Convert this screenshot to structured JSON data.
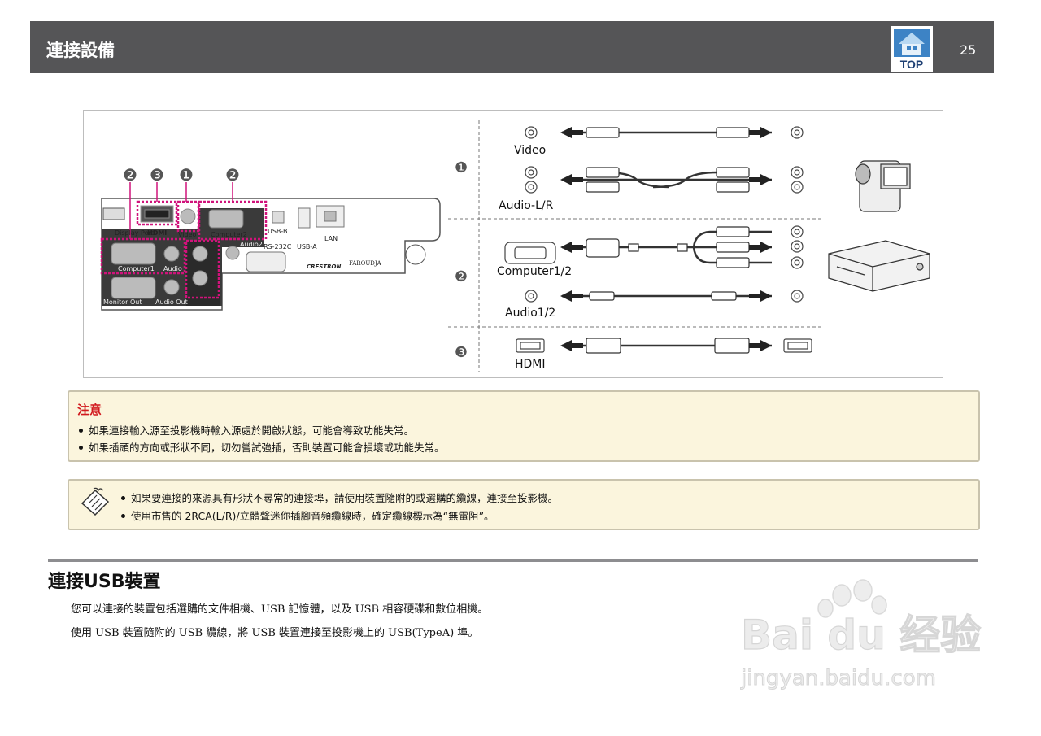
{
  "header": {
    "title": "連接設備",
    "page_number": "25",
    "top_label": "TOP"
  },
  "figure": {
    "badges": [
      "❷",
      "❸",
      "❶",
      "❷"
    ],
    "port_labels": {
      "display_port": "Display Port",
      "hdmi": "HDMI",
      "video": "Video",
      "computer2": "Computer2",
      "computer1": "Computer1",
      "audio": "Audio",
      "audio2": "Audio2",
      "usb_b": "USB-B",
      "rs232c": "RS-232C",
      "usb_a": "USB-A",
      "lan": "LAN",
      "monitor_out": "Monitor Out",
      "audio_out": "Audio Out",
      "crestron": "CRESTRON",
      "faroudja": "FAROUDJA"
    },
    "row_badges": [
      "❶",
      "❷",
      "❸"
    ],
    "row_labels": [
      "Video",
      "Audio-L/R",
      "Computer1/2",
      "Audio1/2",
      "HDMI"
    ]
  },
  "notice": {
    "heading": "注意",
    "items": [
      "如果連接輸入源至投影機時輸入源處於開啟狀態，可能會導致功能失常。",
      "如果插頭的方向或形狀不同，切勿嘗試強插，否則裝置可能會損壞或功能失常。"
    ]
  },
  "tip": {
    "items": [
      "如果要連接的來源具有形狀不尋常的連接埠，請使用裝置隨附的或選購的纜線，連接至投影機。",
      "使用市售的 2RCA(L/R)/立體聲迷你插腳音頻纜線時，確定纜線標示為“無電阻”。"
    ]
  },
  "section": {
    "title": "連接USB裝置",
    "paragraphs": [
      "您可以連接的裝置包括選購的文件相機、USB 記憶體，以及 USB 相容硬碟和數位相機。",
      "使用 USB 裝置隨附的 USB 纜線，將 USB 裝置連接至投影機上的 USB(TypeA) 埠。"
    ]
  },
  "watermark": {
    "brand": "Bai du 经验",
    "url": "jingyan.baidu.com"
  },
  "colors": {
    "header_bg": "#555557",
    "highlight": "#d0137b",
    "note_red": "#d1181d",
    "box_bg": "#fbf5dd"
  }
}
